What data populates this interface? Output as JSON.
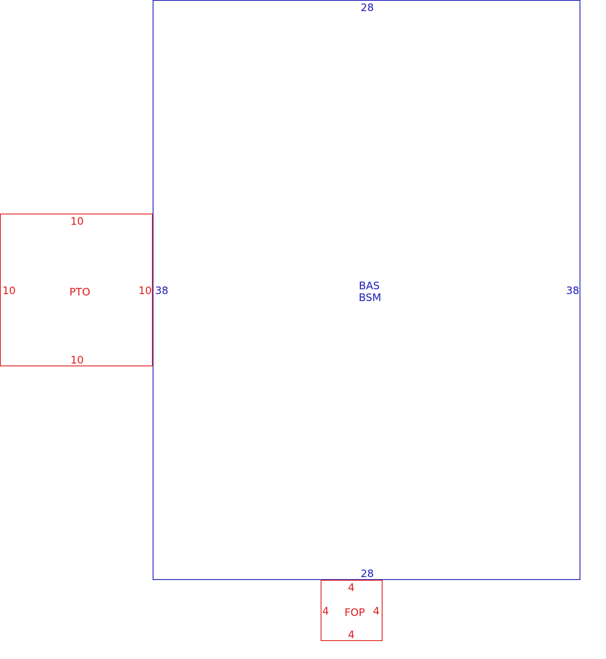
{
  "colors": {
    "main": "#1a1ab8",
    "addition": "#e01b1b"
  },
  "main_area": {
    "labels": [
      "BAS",
      "BSM"
    ],
    "dims": {
      "top": "28",
      "bottom": "28",
      "left": "38",
      "right": "38"
    }
  },
  "patio": {
    "label": "PTO",
    "dims": {
      "top": "10",
      "bottom": "10",
      "left": "10",
      "right": "10"
    }
  },
  "porch": {
    "label": "FOP",
    "dims": {
      "top": "4",
      "bottom": "4",
      "left": "4",
      "right": "4"
    }
  }
}
